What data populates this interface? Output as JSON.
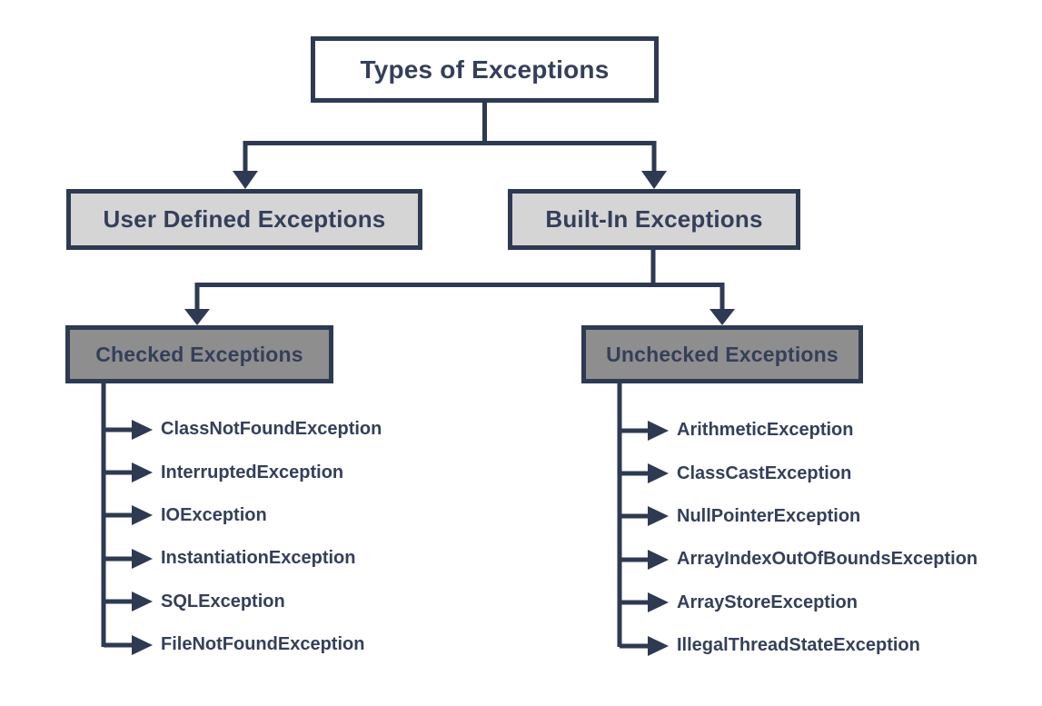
{
  "diagram": {
    "root": {
      "label": "Types of Exceptions"
    },
    "tier1": [
      {
        "label": "User Defined Exceptions"
      },
      {
        "label": "Built-In Exceptions"
      }
    ],
    "tier2": [
      {
        "label": "Checked Exceptions",
        "items": [
          "ClassNotFoundException",
          "InterruptedException",
          "IOException",
          "InstantiationException",
          "SQLException",
          "FileNotFoundException"
        ]
      },
      {
        "label": "Unchecked Exceptions",
        "items": [
          "ArithmeticException",
          "ClassCastException",
          "NullPointerException",
          "ArrayIndexOutOfBoundsException",
          "ArrayStoreException",
          "IllegalThreadStateException"
        ]
      }
    ],
    "colors": {
      "line": "#2d3a52",
      "text": "#343f5a",
      "root_bg": "#ffffff",
      "tier1_bg": "#d5d5d5",
      "tier2_bg": "#8e8e8e",
      "page_bg": "#ffffff"
    }
  }
}
